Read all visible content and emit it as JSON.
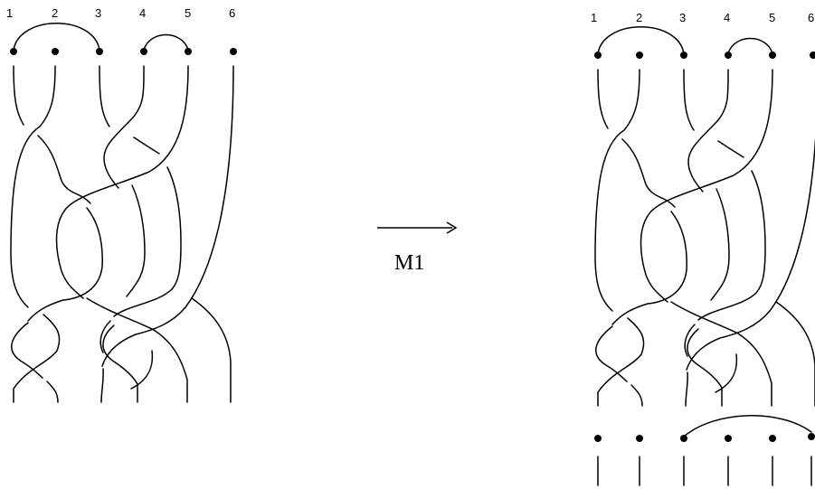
{
  "left_diagram": {
    "strand_labels": [
      "1",
      "2",
      "3",
      "4",
      "5",
      "6"
    ]
  },
  "right_diagram": {
    "strand_labels": [
      "1",
      "2",
      "3",
      "4",
      "5",
      "6"
    ]
  },
  "move_arrow": {
    "label": "M1"
  }
}
